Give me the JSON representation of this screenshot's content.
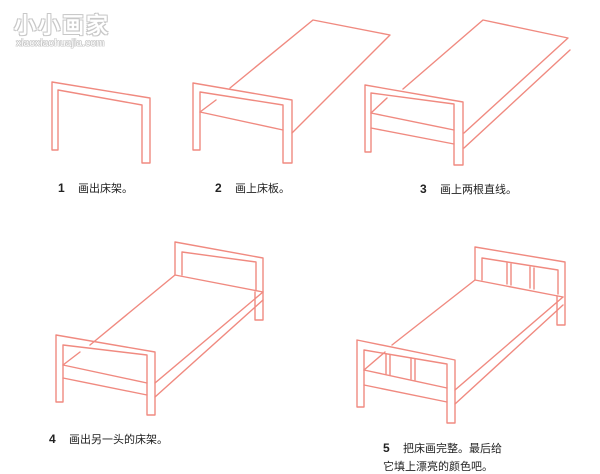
{
  "watermark": {
    "title": "小小画家",
    "url": "xiaoxiaohuajia.com"
  },
  "colors": {
    "line": "#F08A80",
    "text": "#222222",
    "background": "#FFFFFF"
  },
  "steps": [
    {
      "number": "1",
      "text": "画出床架。"
    },
    {
      "number": "2",
      "text": "画上床板。"
    },
    {
      "number": "3",
      "text": "画上两根直线。"
    },
    {
      "number": "4",
      "text": "画出另一头的床架。"
    },
    {
      "number": "5",
      "text": "把床画完整。最后给",
      "text_line2": "它填上漂亮的颜色吧。"
    }
  ]
}
